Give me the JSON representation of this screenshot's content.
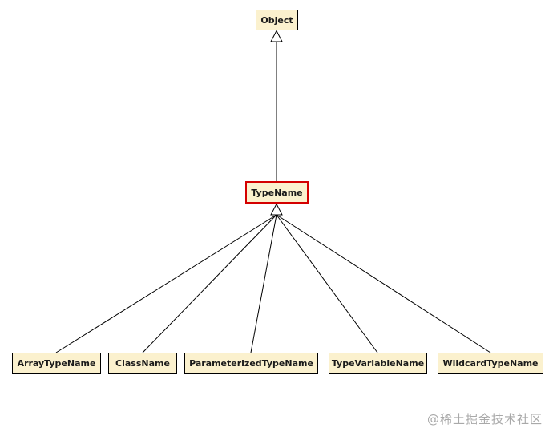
{
  "diagram": {
    "root_label": "Object",
    "highlighted_label": "TypeName",
    "children": [
      "ArrayTypeName",
      "ClassName",
      "ParameterizedTypeName",
      "TypeVariableName",
      "WildcardTypeName"
    ]
  },
  "watermark": "@稀土掘金技术社区",
  "colors": {
    "background": "#FFFFFF",
    "node_fill": "#FBF1CE",
    "node_border": "#000000",
    "highlight_border": "#D40000",
    "edge": "#000000",
    "arrowhead_fill": "#FFFFFF",
    "watermark": "#A9A9A9"
  }
}
